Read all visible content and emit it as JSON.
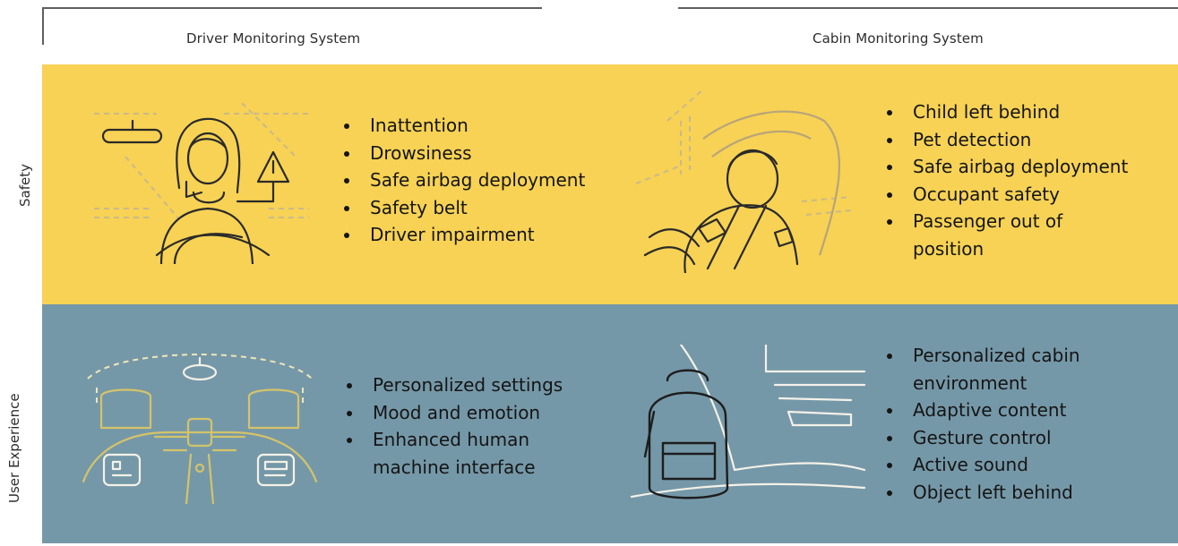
{
  "columns": {
    "driver": "Driver Monitoring System",
    "cabin": "Cabin Monitoring System"
  },
  "rows": {
    "safety": "Safety",
    "user_experience": "User Experience"
  },
  "colors": {
    "safety_band": "#f7d254",
    "ux_band": "#7598a8"
  },
  "illustrations": {
    "driver_safety": "driver-with-warning-icon",
    "cabin_safety": "child-in-car-seat-icon",
    "driver_ux": "car-interior-dashboard-icon",
    "cabin_ux": "backpack-on-seat-icon"
  },
  "lists": {
    "driver_safety": [
      "Inattention",
      "Drowsiness",
      "Safe airbag deployment",
      "Safety belt",
      "Driver impairment"
    ],
    "cabin_safety": [
      "Child left behind",
      "Pet detection",
      "Safe airbag deployment",
      "Occupant safety",
      "Passenger out of position"
    ],
    "driver_ux": [
      "Personalized settings",
      "Mood and emotion",
      "Enhanced human machine interface"
    ],
    "cabin_ux": [
      "Personalized cabin environment",
      "Adaptive content",
      "Gesture control",
      "Active sound",
      "Object left behind"
    ]
  }
}
